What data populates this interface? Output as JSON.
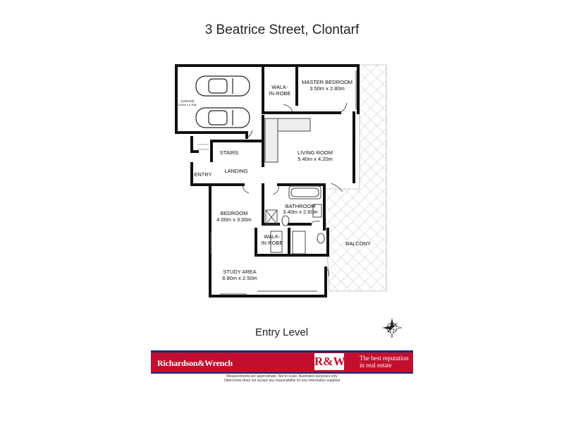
{
  "title": "3 Beatrice Street, Clontarf",
  "level_label": "Entry Level",
  "rooms": {
    "garage": {
      "name": "GARAGE",
      "size": "5.90m x 4.20m"
    },
    "walk_in_robe_1": {
      "line1": "WALK-",
      "line2": "IN ROBE"
    },
    "master_bedroom": {
      "name": "MASTER BEDROOM",
      "size": "3.50m x 2.80m"
    },
    "stairs": "STAIRS",
    "living_room": {
      "name": "LIVING ROOM",
      "size": "5.40m x 4.20m"
    },
    "entry": "ENTRY",
    "landing": "LANDING",
    "bedroom": {
      "name": "BEDROOM",
      "size": "4.00m x 3.00m"
    },
    "bathroom": {
      "name": "BATHROOM",
      "size": "3.40m x 2.60m"
    },
    "walk_in_robe_2": {
      "line1": "WALK-",
      "line2": "IN ROBE"
    },
    "balcony": "BALCONY",
    "study_area": {
      "name": "STUDY AREA",
      "size": "6.80m x 2.50m"
    }
  },
  "footer": {
    "brand": "Richardson&Wrench",
    "logo": "R&W",
    "tagline_1": "The best reputation",
    "tagline_2": "in real estate",
    "disclaimer_1": "Measurements are approximate. Not to scale. Illustrative purposes only",
    "disclaimer_2": "Open2view does not accept any responsibility for any information supplied"
  },
  "colors": {
    "brand_red": "#c20f2f",
    "brand_blue": "#1b2b7a",
    "wall": "#111111",
    "hatch": "#bbbbbb"
  },
  "icons": {
    "compass": "compass-rose-icon"
  }
}
